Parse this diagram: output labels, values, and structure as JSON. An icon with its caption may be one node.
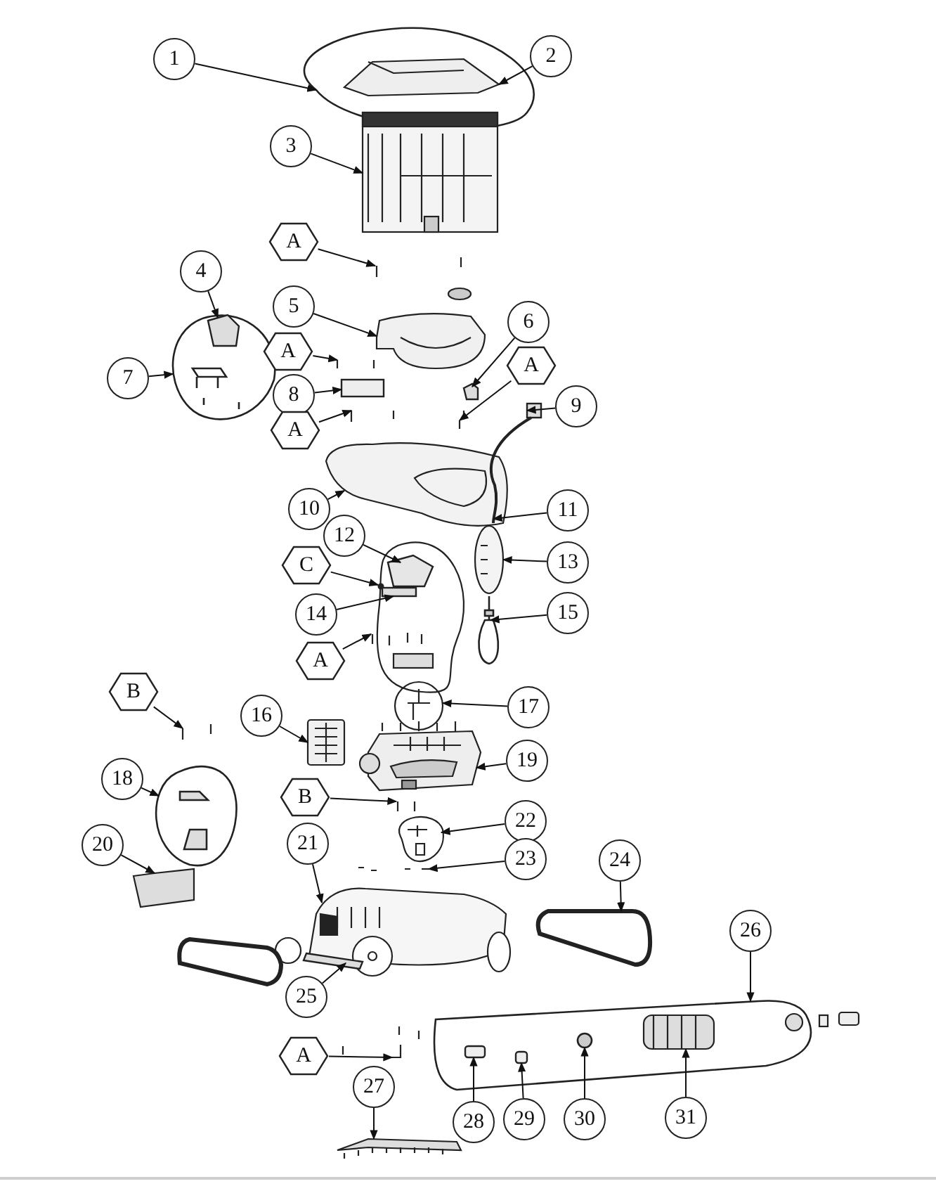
{
  "diagram": {
    "nodes": [
      {
        "text": [
          "1"
        ]
      },
      {
        "text": [
          "2"
        ]
      },
      {
        "text": [
          "3"
        ]
      },
      {
        "text": [
          "A"
        ]
      },
      {
        "text": [
          "4"
        ]
      },
      {
        "text": [
          "5"
        ]
      },
      {
        "text": [
          "6"
        ]
      },
      {
        "text": [
          "A"
        ]
      },
      {
        "text": [
          "A"
        ]
      },
      {
        "text": [
          "7"
        ]
      },
      {
        "text": [
          "8"
        ]
      },
      {
        "text": [
          "9"
        ]
      },
      {
        "text": [
          "A"
        ]
      },
      {
        "text": [
          "10"
        ]
      },
      {
        "text": [
          "11"
        ]
      },
      {
        "text": [
          "12"
        ]
      },
      {
        "text": [
          "13"
        ]
      },
      {
        "text": [
          "C"
        ]
      },
      {
        "text": [
          "14"
        ]
      },
      {
        "text": [
          "15"
        ]
      },
      {
        "text": [
          "A"
        ]
      },
      {
        "text": [
          "B"
        ]
      },
      {
        "text": [
          "17"
        ]
      },
      {
        "text": [
          "16"
        ]
      },
      {
        "text": [
          "19"
        ]
      },
      {
        "text": [
          "18"
        ]
      },
      {
        "text": [
          "B"
        ]
      },
      {
        "text": [
          "22"
        ]
      },
      {
        "text": [
          "21"
        ]
      },
      {
        "text": [
          "20"
        ]
      },
      {
        "text": [
          "23"
        ]
      },
      {
        "text": [
          "24"
        ]
      },
      {
        "text": [
          "26"
        ]
      },
      {
        "text": [
          "25"
        ]
      },
      {
        "text": [
          "A"
        ]
      },
      {
        "text": [
          "27"
        ]
      },
      {
        "text": [
          "28"
        ]
      },
      {
        "text": [
          "29"
        ]
      },
      {
        "text": [
          "30"
        ]
      },
      {
        "text": [
          "31"
        ]
      },
      {
        "text": [],
        "shape": "circle"
      },
      {
        "text": [],
        "shape": "picture",
        "in": 40
      },
      {
        "text": [],
        "shape": "picture"
      },
      {
        "text": [],
        "shape": "picture"
      },
      {
        "text": [],
        "shape": "circle"
      },
      {
        "text": [],
        "shape": "picture"
      },
      {
        "text": [],
        "shape": "box"
      },
      {
        "text": [],
        "shape": "picture"
      },
      {
        "text": [],
        "shape": "picture"
      },
      {
        "text": [],
        "shape": "box",
        "in": 44
      },
      {
        "text": [],
        "shape": "box"
      },
      {
        "text": [],
        "shape": "box"
      },
      {
        "text": [],
        "shape": "picture"
      },
      {
        "text": [],
        "shape": "picture"
      },
      {
        "text": [],
        "shape": "picture"
      },
      {
        "text": [],
        "shape": "box"
      },
      {
        "text": [],
        "shape": "picture"
      },
      {
        "text": [],
        "shape": "circle"
      },
      {
        "text": [],
        "shape": "box"
      },
      {
        "text": [],
        "shape": "circle"
      },
      {
        "text": [],
        "shape": "picture"
      },
      {
        "text": [],
        "shape": "picture"
      },
      {
        "text": [],
        "shape": "picture"
      },
      {
        "text": [],
        "shape": "picture"
      },
      {
        "text": [],
        "shape": "picture"
      },
      {
        "text": [],
        "shape": "circle"
      },
      {
        "text": [],
        "shape": "picture"
      },
      {
        "text": [],
        "shape": "picture"
      },
      {
        "text": [],
        "shape": "picture"
      },
      {
        "text": [],
        "shape": "picture"
      },
      {
        "text": [],
        "shape": "picture"
      },
      {
        "text": [],
        "shape": "bar"
      },
      {
        "text": [],
        "shape": "circle"
      },
      {
        "text": [],
        "shape": "box"
      },
      {
        "text": [],
        "shape": "picture"
      },
      {
        "text": [],
        "shape": "picture"
      },
      {
        "text": [],
        "shape": "box",
        "in": 72
      },
      {
        "text": [],
        "shape": "box",
        "in": 72
      },
      {
        "text": [],
        "shape": "circle",
        "in": 72
      },
      {
        "text": [],
        "shape": "picture",
        "in": 72
      }
    ],
    "edges": [
      {
        "from": 0,
        "to": 40,
        "arrow": "to"
      },
      {
        "from": 1,
        "to": 41,
        "arrow": "to"
      },
      {
        "from": 2,
        "to": 42,
        "arrow": "to"
      },
      {
        "from": 3,
        "to": 43,
        "arrow": "to"
      },
      {
        "from": 4,
        "to": 49,
        "arrow": "to"
      },
      {
        "from": 5,
        "to": 45,
        "arrow": "to"
      },
      {
        "from": 6,
        "to": 46,
        "arrow": "to"
      },
      {
        "from": 7,
        "to": 47,
        "arrow": "to"
      },
      {
        "from": 8,
        "to": 48,
        "arrow": "to"
      },
      {
        "from": 9,
        "to": 44,
        "arrow": "to"
      },
      {
        "from": 10,
        "to": 50,
        "arrow": "to"
      },
      {
        "from": 11,
        "to": 51,
        "arrow": "to"
      },
      {
        "from": 12,
        "to": 52,
        "arrow": "to"
      },
      {
        "from": 13,
        "to": 53,
        "arrow": "to"
      },
      {
        "from": 14,
        "to": 54,
        "arrow": "to"
      },
      {
        "from": 15,
        "to": 55,
        "arrow": "to"
      },
      {
        "from": 16,
        "to": 56,
        "arrow": "to"
      },
      {
        "from": 17,
        "to": 57,
        "arrow": "to"
      },
      {
        "from": 18,
        "to": 58,
        "arrow": "to"
      },
      {
        "from": 19,
        "to": 59,
        "arrow": "to"
      },
      {
        "from": 20,
        "to": 60,
        "arrow": "to"
      },
      {
        "from": 21,
        "to": 61,
        "arrow": "to"
      },
      {
        "from": 22,
        "to": 62,
        "arrow": "to"
      },
      {
        "from": 23,
        "to": 63,
        "arrow": "to"
      },
      {
        "from": 24,
        "to": 64,
        "arrow": "to"
      },
      {
        "from": 25,
        "to": 65,
        "arrow": "to"
      },
      {
        "from": 26,
        "to": 66,
        "arrow": "to"
      },
      {
        "from": 27,
        "to": 67,
        "arrow": "to"
      },
      {
        "from": 28,
        "to": 68,
        "arrow": "to"
      },
      {
        "from": 29,
        "to": 69,
        "arrow": "to"
      },
      {
        "from": 30,
        "to": 70,
        "arrow": "to"
      },
      {
        "from": 31,
        "to": 71,
        "arrow": "to"
      },
      {
        "from": 32,
        "to": 72,
        "arrow": "to"
      },
      {
        "from": 33,
        "to": 73,
        "arrow": "to"
      },
      {
        "from": 34,
        "to": 74,
        "arrow": "to"
      },
      {
        "from": 35,
        "to": 75,
        "arrow": "to"
      },
      {
        "from": 36,
        "to": 76,
        "arrow": "to"
      },
      {
        "from": 37,
        "to": 77,
        "arrow": "to"
      },
      {
        "from": 38,
        "to": 78,
        "arrow": "to"
      },
      {
        "from": 39,
        "to": 79,
        "arrow": "to"
      }
    ]
  }
}
